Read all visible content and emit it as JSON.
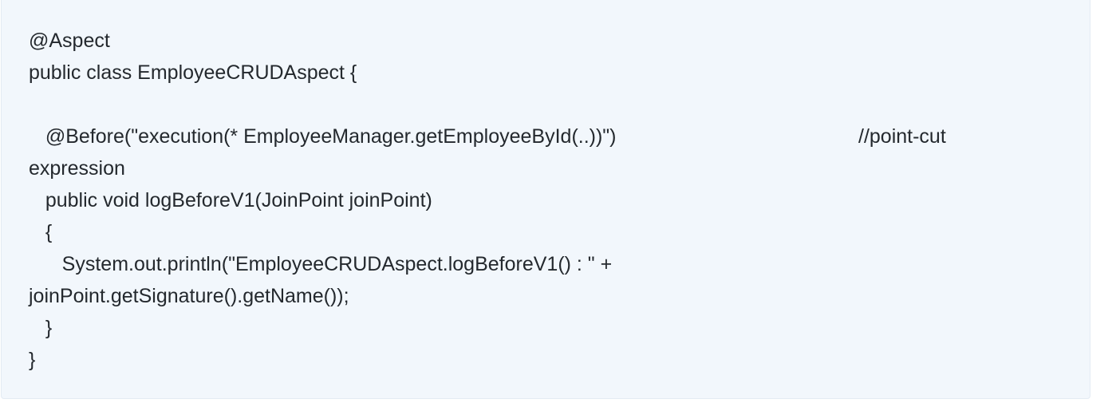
{
  "code_block": {
    "lines": [
      "@Aspect",
      "public class EmployeeCRUDAspect {",
      "",
      "   @Before(\"execution(* EmployeeManager.getEmployeeById(..))\")",
      "expression",
      "   public void logBeforeV1(JoinPoint joinPoint)",
      "   {",
      "      System.out.println(\"EmployeeCRUDAspect.logBeforeV1() : \" +",
      "joinPoint.getSignature().getName());",
      "   }",
      "}"
    ],
    "inline_comment": "//point-cut"
  }
}
